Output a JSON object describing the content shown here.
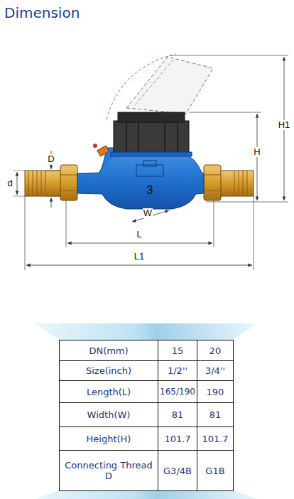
{
  "diagram": {
    "title": "Dimension",
    "labels": [
      "H1",
      "D",
      "H",
      "d",
      "3",
      "W",
      "L",
      "L1",
      "DN(mm)",
      "15",
      "20",
      "Size(inch)",
      "1/2''",
      "3/4''",
      "Length(L)",
      "165/190",
      "190",
      "Width(W)",
      "81",
      "81",
      "Height(H)",
      "101.7",
      "101.7",
      "Connecting Thread D",
      "G3/4B",
      "G1B"
    ]
  }
}
